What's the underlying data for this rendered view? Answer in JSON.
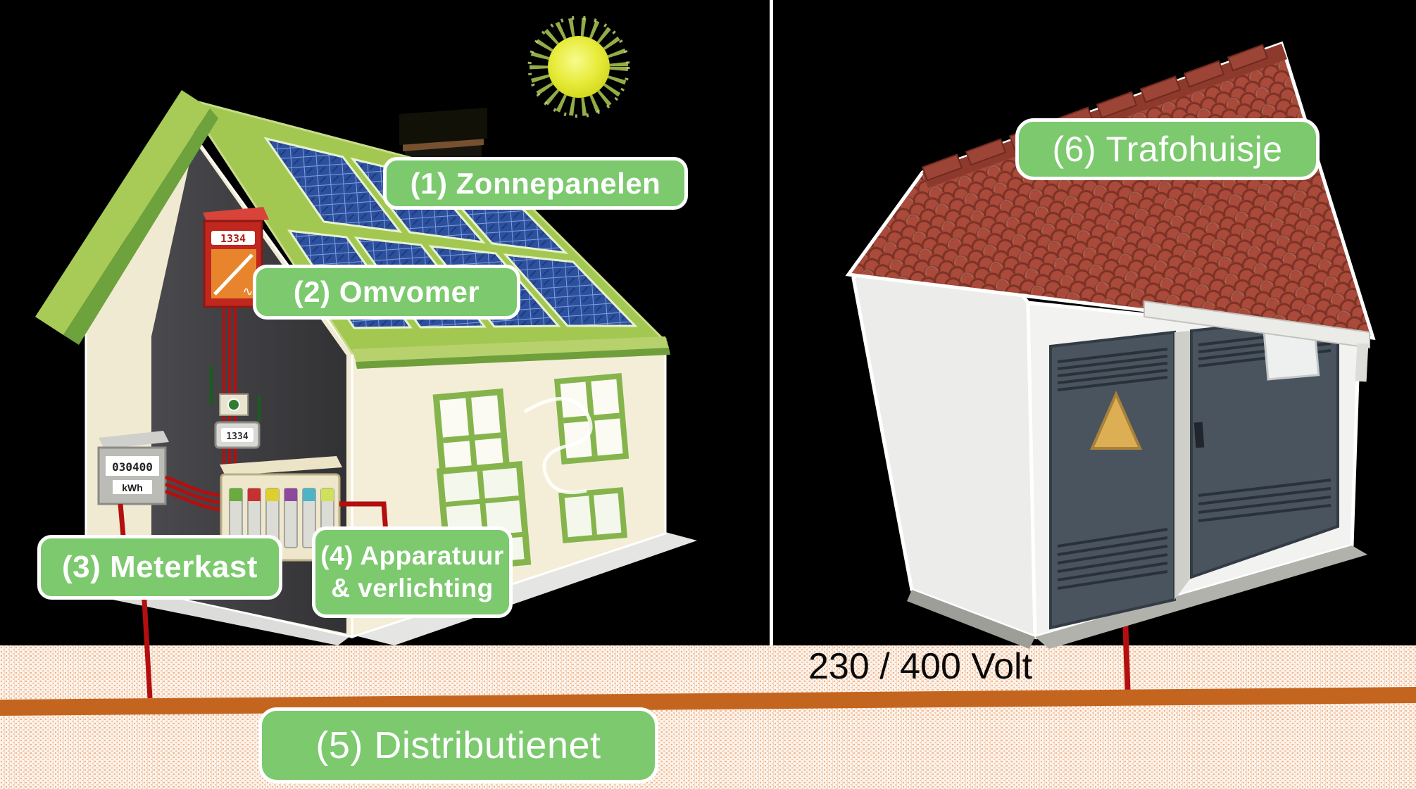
{
  "diagram": {
    "labels": {
      "zonnepanelen": "(1) Zonnepanelen",
      "omvomer": "(2) Omvomer",
      "meterkast": "(3) Meterkast",
      "apparatuur_line1": "(4) Apparatuur",
      "apparatuur_line2": "& verlichting",
      "distributienet": "(5) Distributienet",
      "trafohuisje": "(6) Trafohuisje"
    },
    "voltage_label": "230 / 400 Volt",
    "devices": {
      "kwh_meter": {
        "display": "030400",
        "unit": "kWh"
      },
      "inverter": {
        "display": "1334"
      },
      "junction_box": {
        "display": "1334"
      }
    },
    "icons": [
      "sun-icon",
      "warning-triangle-icon",
      "solar-panel-array",
      "chimney"
    ],
    "colors": {
      "label_green": "#7cc96e",
      "line_orange": "#c4651f",
      "cable_red": "#b40f0f",
      "strip_bg": "#fdf5ed",
      "strip_dot": "#eeb088",
      "roof_green": "#a3c851",
      "panel_blue": "#2c4f9e",
      "trafo_roof_red": "#a94a3a",
      "divider_white": "#ffffff",
      "voltage_text": "#0a0a0a"
    }
  }
}
